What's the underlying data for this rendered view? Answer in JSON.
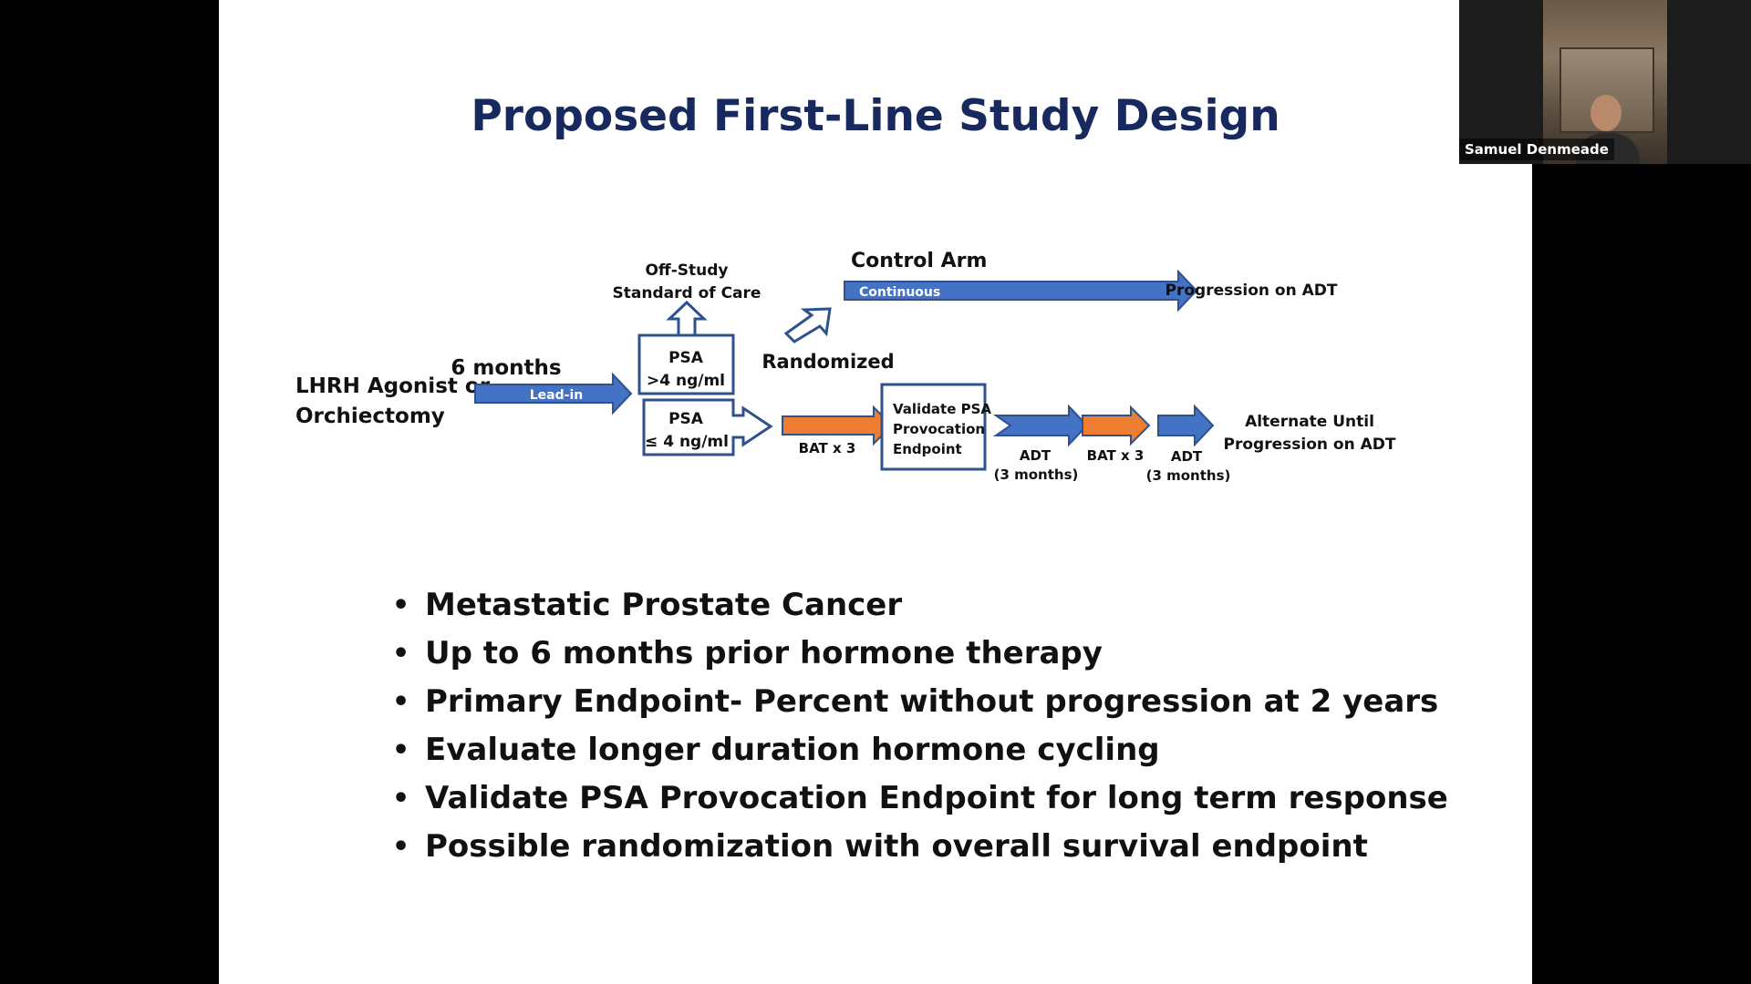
{
  "slide": {
    "title": "Proposed First-Line Study Design",
    "diagram": {
      "start_line1": "LHRH Agonist or",
      "start_line2": "Orchiectomy",
      "lead_months": "6 months",
      "lead_bar": "Lead-in",
      "psa_high_line1": "PSA",
      "psa_high_line2": ">4 ng/ml",
      "psa_low_line1": "PSA",
      "psa_low_line2": "≤ 4 ng/ml",
      "off_study_line1": "Off-Study",
      "off_study_line2": "Standard of Care",
      "randomized": "Randomized",
      "control_arm": "Control Arm",
      "continuous": "Continuous",
      "progression_on_adt": "Progression on ADT",
      "bat_x3_first": "BAT x 3",
      "validate_line1": "Validate PSA",
      "validate_line2": "Provocation",
      "validate_line3": "Endpoint",
      "adt_first_line1": "ADT",
      "adt_first_line2": "(3 months)",
      "bat_x3_second": "BAT x 3",
      "adt_second_line1": "ADT",
      "adt_second_line2": "(3 months)",
      "alternate_line1": "Alternate Until",
      "alternate_line2": "Progression on ADT",
      "colors": {
        "blue": "#4472c4",
        "blue_border": "#2f528f",
        "orange": "#ed7d31",
        "box_border": "#2f528f"
      }
    },
    "bullets": [
      "Metastatic Prostate Cancer",
      "Up to 6 months prior hormone therapy",
      "Primary Endpoint- Percent without progression at 2 years",
      "Evaluate longer duration hormone cycling",
      "Validate PSA Provocation Endpoint for long term response",
      "Possible randomization with overall survival endpoint"
    ],
    "bullet_char": "•"
  },
  "video": {
    "participant_name": "Samuel Denmeade"
  }
}
